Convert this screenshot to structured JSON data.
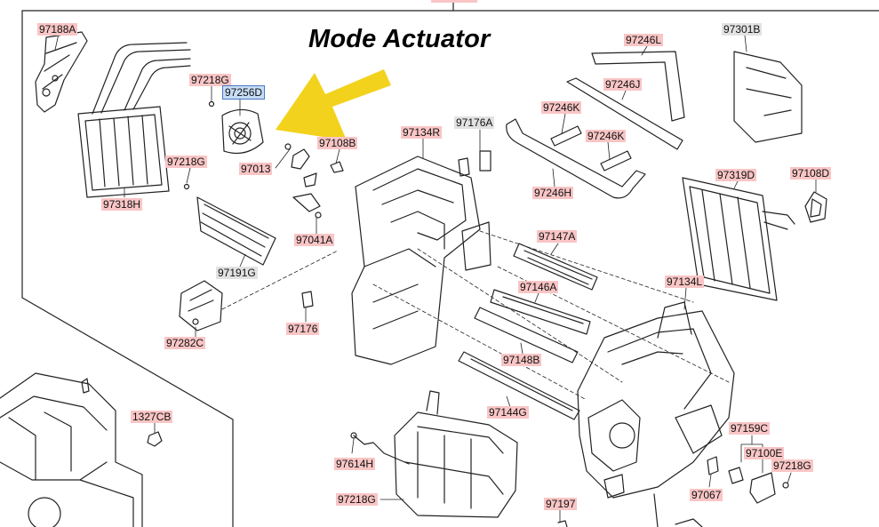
{
  "title": "Mode Actuator",
  "highlight_color": "#f2d21c",
  "label_color": "#f9c5c5",
  "labels": [
    {
      "id": "97188A",
      "text": "97188A",
      "style": "pink"
    },
    {
      "id": "97218G_a",
      "text": "97218G",
      "style": "pink"
    },
    {
      "id": "97256D",
      "text": "97256D",
      "style": "blue"
    },
    {
      "id": "97218G_b",
      "text": "97218G",
      "style": "pink"
    },
    {
      "id": "97013",
      "text": "97013",
      "style": "pink"
    },
    {
      "id": "97108B",
      "text": "97108B",
      "style": "pink"
    },
    {
      "id": "97134R",
      "text": "97134R",
      "style": "pink"
    },
    {
      "id": "97176A",
      "text": "97176A",
      "style": "grey"
    },
    {
      "id": "97318H",
      "text": "97318H",
      "style": "pink"
    },
    {
      "id": "97041A",
      "text": "97041A",
      "style": "pink"
    },
    {
      "id": "97191G",
      "text": "97191G",
      "style": "grey"
    },
    {
      "id": "97282C",
      "text": "97282C",
      "style": "pink"
    },
    {
      "id": "97176",
      "text": "97176",
      "style": "pink"
    },
    {
      "id": "97246L",
      "text": "97246L",
      "style": "pink"
    },
    {
      "id": "97246J",
      "text": "97246J",
      "style": "pink"
    },
    {
      "id": "97246K_a",
      "text": "97246K",
      "style": "pink"
    },
    {
      "id": "97246K_b",
      "text": "97246K",
      "style": "pink"
    },
    {
      "id": "97246H",
      "text": "97246H",
      "style": "pink"
    },
    {
      "id": "97301B",
      "text": "97301B",
      "style": "grey"
    },
    {
      "id": "97319D",
      "text": "97319D",
      "style": "pink"
    },
    {
      "id": "97108D",
      "text": "97108D",
      "style": "pink"
    },
    {
      "id": "97147A",
      "text": "97147A",
      "style": "pink"
    },
    {
      "id": "97146A",
      "text": "97146A",
      "style": "pink"
    },
    {
      "id": "97134L",
      "text": "97134L",
      "style": "pink"
    },
    {
      "id": "97148B",
      "text": "97148B",
      "style": "pink"
    },
    {
      "id": "97144G",
      "text": "97144G",
      "style": "pink"
    },
    {
      "id": "1327CB",
      "text": "1327CB",
      "style": "pink"
    },
    {
      "id": "97614H",
      "text": "97614H",
      "style": "pink"
    },
    {
      "id": "97218G_c",
      "text": "97218G",
      "style": "pink"
    },
    {
      "id": "97197",
      "text": "97197",
      "style": "pink"
    },
    {
      "id": "97159C",
      "text": "97159C",
      "style": "pink"
    },
    {
      "id": "97100E",
      "text": "97100E",
      "style": "pink"
    },
    {
      "id": "97218G_d",
      "text": "97218G",
      "style": "pink"
    },
    {
      "id": "97067",
      "text": "97067",
      "style": "pink"
    }
  ]
}
